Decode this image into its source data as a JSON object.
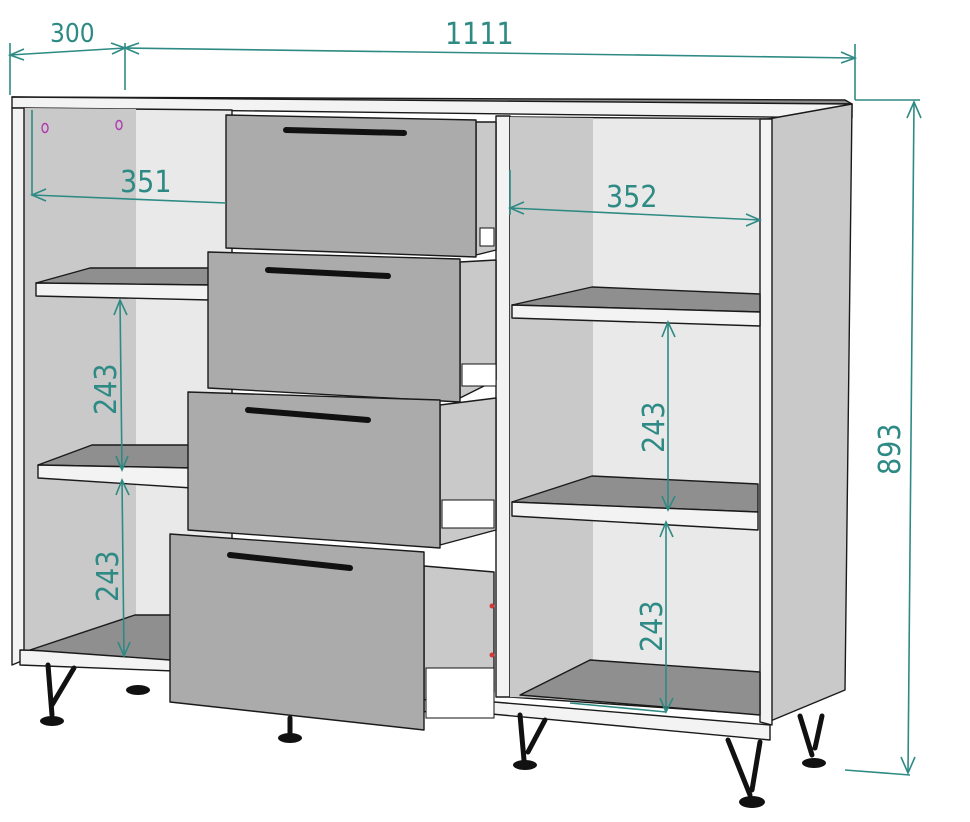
{
  "dimensions": {
    "depth": "300",
    "width": "1111",
    "height": "893",
    "left_shelf_width": "351",
    "right_shelf_width": "352",
    "left_upper_gap": "243",
    "left_lower_gap": "243",
    "right_upper_gap": "243",
    "right_lower_gap": "243"
  },
  "colors": {
    "dimension": "#2e8a84",
    "outline": "#1a1a1a",
    "drawer_front": "#ababab",
    "panel": "#c9c9c9",
    "shelf_top": "#8f8f8f"
  }
}
